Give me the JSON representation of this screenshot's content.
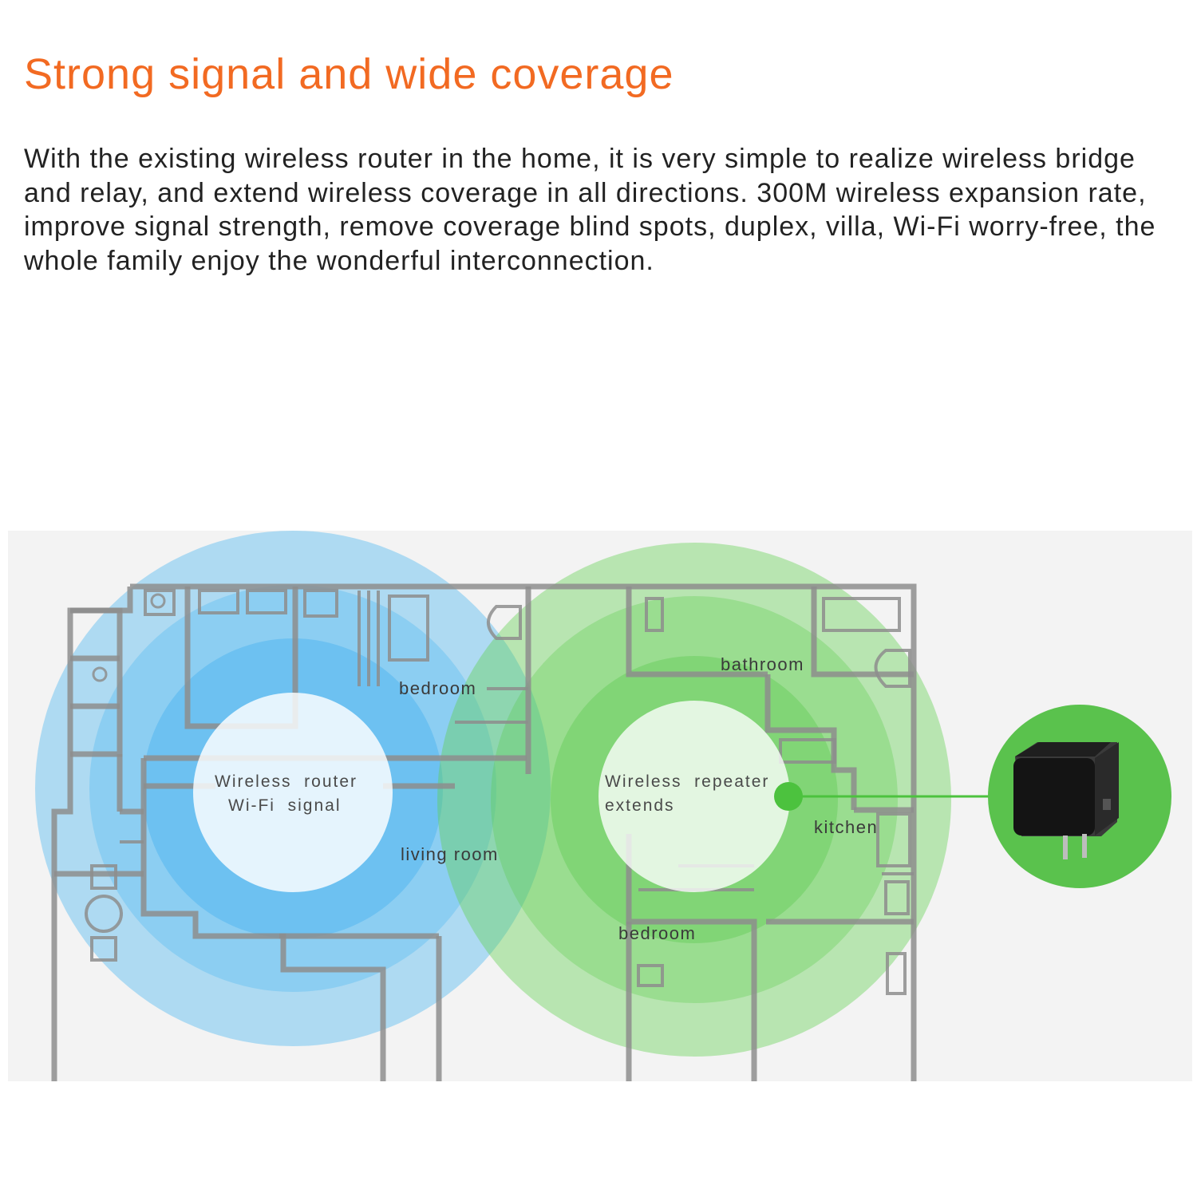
{
  "headline": "Strong signal and wide coverage",
  "description": "With the existing wireless router in the home, it is very simple to realize wireless bridge and relay, and extend wireless coverage in all directions. 300M wireless expansion rate, improve signal strength, remove coverage blind spots, duplex, villa, Wi-Fi worry-free, the whole family enjoy the wonderful interconnection.",
  "diagram": {
    "router_label_line1": "Wireless  router",
    "router_label_line2": "Wi-Fi  signal",
    "repeater_label_line1": "Wireless  repeater",
    "repeater_label_line2": "extends",
    "rooms": {
      "bedroom_top": "bedroom",
      "bathroom": "bathroom",
      "living_room": "living room",
      "kitchen": "kitchen",
      "bedroom_bottom": "bedroom"
    },
    "colors": {
      "headline": "#f26a22",
      "router_signal": "#3fb2f2",
      "repeater_signal": "#5fcf4e",
      "floorplan": "#8a8a8a",
      "device": "#1a1a1a"
    },
    "icons": [
      "router-signal-icon",
      "repeater-signal-icon",
      "repeater-device-icon"
    ]
  }
}
